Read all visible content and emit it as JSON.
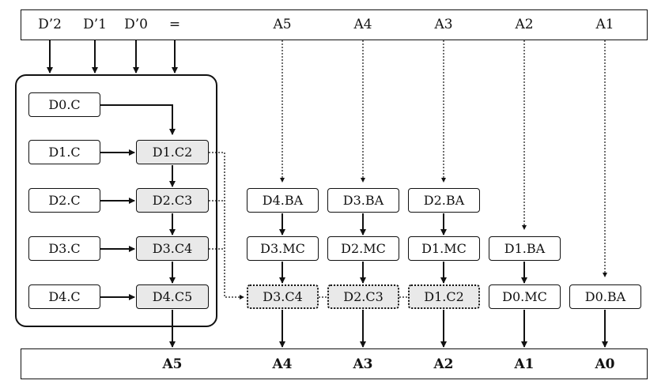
{
  "top_bar": {
    "labels": [
      "D’2",
      "D’1",
      "D’0",
      "=",
      "A5",
      "A4",
      "A3",
      "A2",
      "A1"
    ]
  },
  "bottom_bar": {
    "labels": [
      "A5",
      "A4",
      "A3",
      "A2",
      "A1",
      "A0"
    ]
  },
  "nodes": {
    "d0c": "D0.C",
    "d1c": "D1.C",
    "d2c": "D2.C",
    "d3c": "D3.C",
    "d4c": "D4.C",
    "d1c2": "D1.C2",
    "d2c3": "D2.C3",
    "d3c4": "D3.C4",
    "d4c5": "D4.C5",
    "d4ba": "D4.BA",
    "d3ba": "D3.BA",
    "d2ba": "D2.BA",
    "d1ba": "D1.BA",
    "d0ba": "D0.BA",
    "d3mc": "D3.MC",
    "d2mc": "D2.MC",
    "d1mc": "D1.MC",
    "d0mc": "D0.MC",
    "o_d3c4": "D3.C4",
    "o_d2c3": "D2.C3",
    "o_d1c2": "D1.C2"
  }
}
